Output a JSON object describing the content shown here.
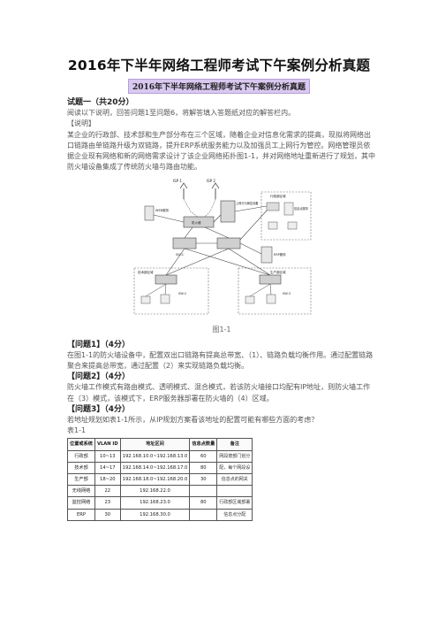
{
  "document": {
    "title": "2016年下半年网络工程师考试下午案例分析真题",
    "subtitle": "2016年下半年网络工程师考试下午案例分析真题",
    "q1_heading": "试题一（共20分）",
    "intro": "阅读以下说明，回答问题1至问题6，将解答填入答题纸对应的解答栏内。",
    "explain_label": "【说明】",
    "explain_text": "某企业的行政部、技术部和生产部分布在三个区域，随着企业对信息化需求的提高，现拟将网络出口链路由单链路升级为双链路，提升ERP系统服务能力以及加强员工上网行为管控。网络管理员依据企业现有网络和新的网络需求设计了该企业网络拓扑图1-1，并对网络地址重新进行了规划，其中防火墙设备集成了传统防火墙与路由功能。",
    "figure_caption": "图1-1",
    "questions": [
      {
        "heading": "【问题1】（4分）",
        "text": "在图1-1的防火墙设备中，配置双出口链路有提高总带宽、（1）、链路负载均衡作用。通过配置链路聚合来提高总带宽，通过配置（2）来实现链路负载均衡。"
      },
      {
        "heading": "【问题2】（4分）",
        "text": "防火墙工作模式有路由模式、透明模式、混合模式，若该防火墙接口均配有IP地址，则防火墙工作在（3）模式，该模式下，ERP服务器部署在防火墙的（4）区域。"
      },
      {
        "heading": "【问题3】（4分）",
        "text": "若地址规划如表1-1所示，从IP规划方案看该地址的配置可能有哪些方面的考虑？"
      }
    ],
    "table_caption": "表1-1"
  },
  "diagram": {
    "isp1": "ISP 1",
    "isp2": "ISP 2",
    "web": "WEB服务",
    "firewall": "防火墙",
    "online_mgmt": "上网行为管控设备",
    "admin_area": "行政部区域",
    "info_server": "信息点服务",
    "erp": "ERP服务",
    "sw1": "SW-1",
    "sw2": "SW-2",
    "sw3": "SW-3",
    "tech_area": "技术部区域",
    "prod_area": "生产部区域"
  },
  "table": {
    "headers": [
      "位置或系统",
      "VLAN ID",
      "地址区间",
      "信息点数量",
      "备注"
    ],
    "rows": [
      [
        "行政部",
        "10~13",
        "192.168.10.0~192.168.13.0",
        "60",
        ""
      ],
      [
        "技术部",
        "14~17",
        "192.168.14.0~192.168.17.0",
        "80",
        ""
      ],
      [
        "生产部",
        "18~20",
        "192.168.18.0~192.168.20.0",
        "30",
        ""
      ],
      [
        "无线网络",
        "22",
        "192.168.22.0",
        "",
        ""
      ],
      [
        "监控网络",
        "23",
        "192.168.23.0",
        "80",
        ""
      ],
      [
        "ERP",
        "30",
        "192.168.30.0",
        "",
        ""
      ]
    ],
    "notes": [
      "网段按部门划分",
      "配，每个网段设",
      "信息点的网关",
      "",
      "行政部区域部署",
      "信息点分配"
    ]
  }
}
